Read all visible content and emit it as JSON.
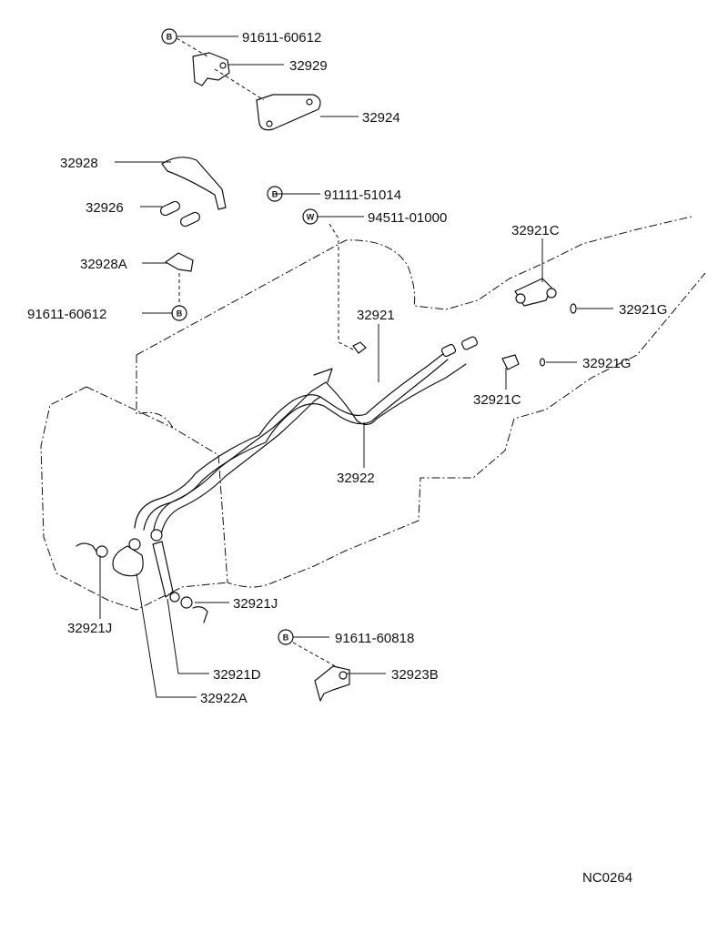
{
  "bolt_symbol": "B",
  "washer_symbol": "W",
  "labels": {
    "p91611_60612_top": "91611-60612",
    "p32929": "32929",
    "p32924": "32924",
    "p32928": "32928",
    "p32926": "32926",
    "p91111_51014": "91111-51014",
    "p94511_01000": "94511-01000",
    "p32928A": "32928A",
    "p91611_60612_mid": "91611-60612",
    "p32921C_top": "32921C",
    "p32921G_top": "32921G",
    "p32921": "32921",
    "p32921G_mid": "32921G",
    "p32921C_mid": "32921C",
    "p32922": "32922",
    "p32921J_right": "32921J",
    "p32921J_left": "32921J",
    "p91611_60818": "91611-60818",
    "p32921D": "32921D",
    "p32923B": "32923B",
    "p32922A": "32922A"
  },
  "drawing_code": "NC0264"
}
